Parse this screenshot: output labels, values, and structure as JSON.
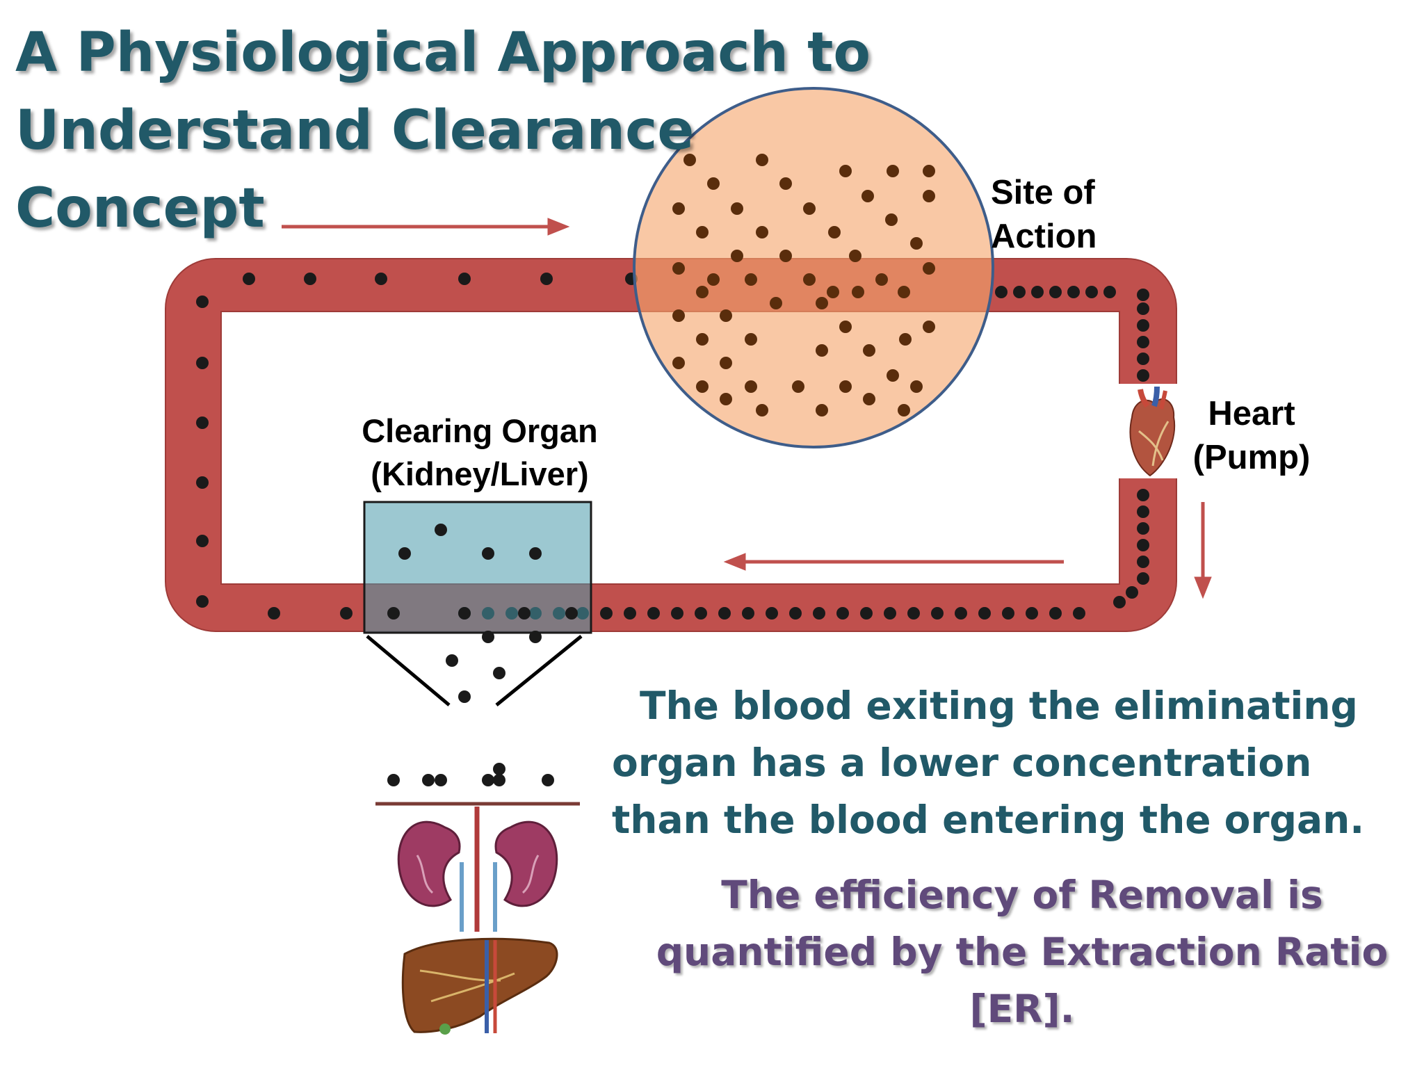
{
  "title": {
    "line1": "A Physiological Approach to",
    "line2": "Understand Clearance",
    "line3": "Concept"
  },
  "labels": {
    "site_line1": "Site of",
    "site_line2": "Action",
    "heart_line1": "Heart",
    "heart_line2": "(Pump)",
    "organ_line1": "Clearing Organ",
    "organ_line2": "(Kidney/Liver)"
  },
  "text": {
    "blood_line1": "The blood exiting the  eliminating",
    "blood_line2": "organ  has a lower concentration",
    "blood_line3": "than the blood entering the organ.",
    "er_line1": "The efficiency of Removal is",
    "er_line2": "quantified by the Extraction Ratio",
    "er_line3": "[ER]."
  },
  "icons": [
    "heart-icon",
    "kidneys-icon",
    "liver-icon",
    "flow-arrow-icon"
  ],
  "colors": {
    "vessel": "#C0504D",
    "site_fill": "#F5C7A3",
    "site_stroke": "#3E5D8A",
    "organ_fill": "#4A9AAB",
    "title": "#215968",
    "er_text": "#604A7B",
    "dot": "#1a1a1a",
    "site_dot": "#5a2d0c"
  }
}
